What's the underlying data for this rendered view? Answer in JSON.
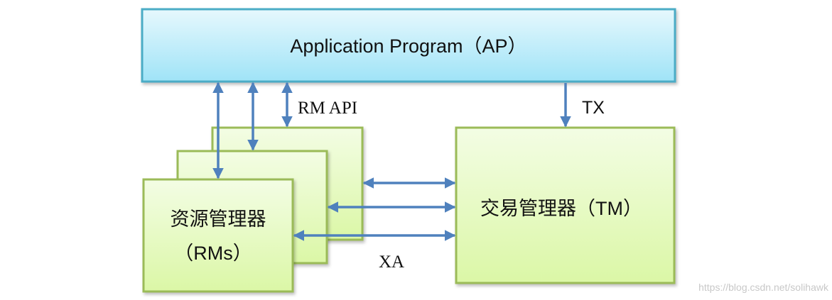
{
  "colors": {
    "ap_border": "#4bacc6",
    "ap_fill_top": "#e6f8fd",
    "ap_fill_bottom": "#9fe3f7",
    "box_border": "#9bbb59",
    "box_fill_top": "#f3fde4",
    "box_fill_bottom": "#dbf7a6",
    "arrow": "#4f81bd"
  },
  "ap": {
    "label": "Application Program（AP）"
  },
  "rm": {
    "line1": "资源管理器",
    "line2": "（RMs）"
  },
  "tm": {
    "label": "交易管理器（TM）"
  },
  "edges": {
    "rm_api": "RM API",
    "tx": "TX",
    "xa": "XA"
  },
  "watermark": "https://blog.csdn.net/solihawk"
}
